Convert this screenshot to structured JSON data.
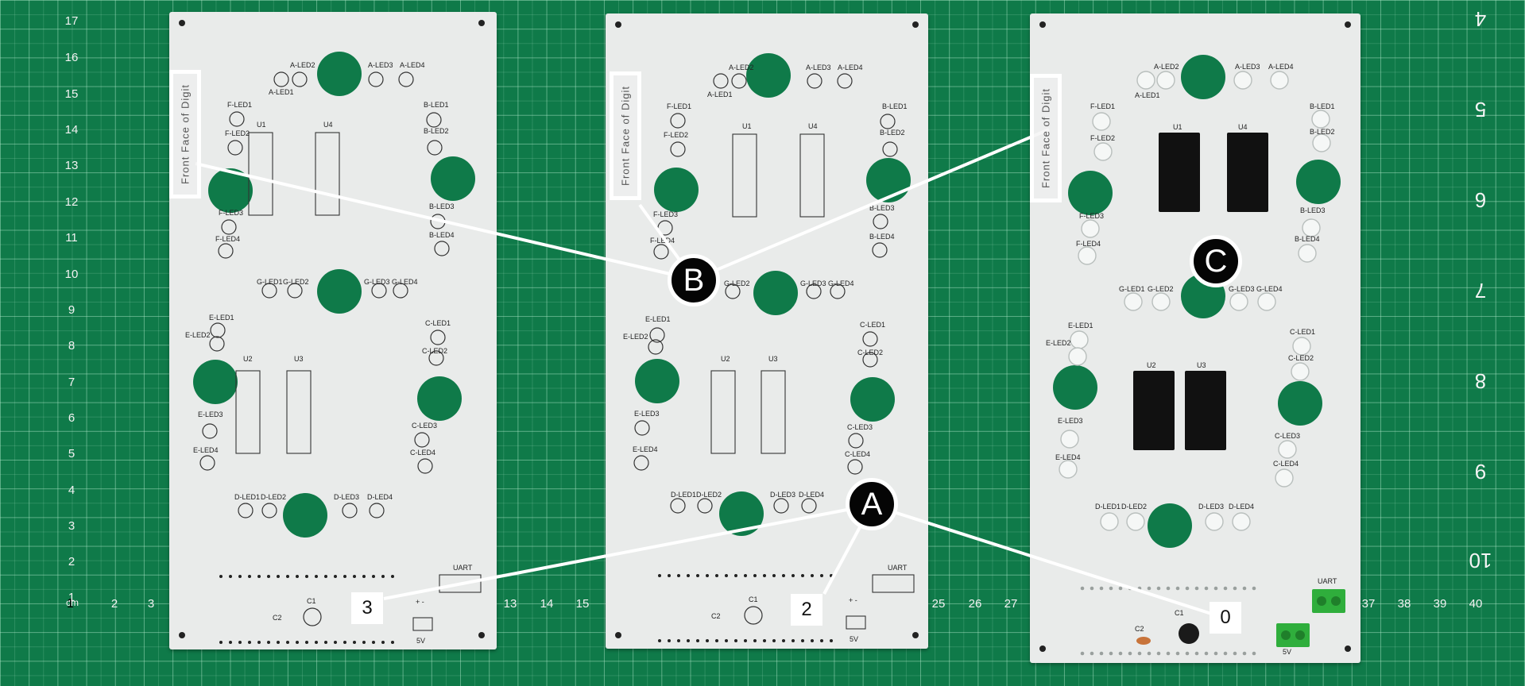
{
  "ruler_left": [
    "17",
    "16",
    "15",
    "14",
    "13",
    "12",
    "11",
    "10",
    "9",
    "8",
    "7",
    "6",
    "5",
    "4",
    "3",
    "2",
    "1"
  ],
  "ruler_bottom": {
    "cm_label": "cm",
    "left_ticks": [
      "1",
      "2",
      "3"
    ],
    "mid_ticks": [
      "13",
      "14",
      "15"
    ],
    "mid2_ticks": [
      "25",
      "26",
      "27"
    ],
    "right_ticks": [
      "37",
      "38",
      "39",
      "40"
    ]
  },
  "ruler_right": [
    "4",
    "5",
    "6",
    "7",
    "8",
    "9",
    "10"
  ],
  "boards": [
    {
      "id": "board-3",
      "tag": "3",
      "front_face": "Front Face of Digit"
    },
    {
      "id": "board-2",
      "tag": "2",
      "front_face": "Front Face of Digit"
    },
    {
      "id": "board-0",
      "tag": "0",
      "front_face": "Front Face of Digit"
    }
  ],
  "callouts": {
    "a": "A",
    "b": "B",
    "c": "C"
  },
  "silk": {
    "a_led1": "A-LED1",
    "a_led2": "A-LED2",
    "a_led3": "A-LED3",
    "a_led4": "A-LED4",
    "b_led1": "B-LED1",
    "b_led2": "B-LED2",
    "b_led3": "B-LED3",
    "b_led4": "B-LED4",
    "c_led1": "C-LED1",
    "c_led2": "C-LED2",
    "c_led3": "C-LED3",
    "c_led4": "C-LED4",
    "d_led1": "D-LED1",
    "d_led2": "D-LED2",
    "d_led3": "D-LED3",
    "d_led4": "D-LED4",
    "e_led1": "E-LED1",
    "e_led2": "E-LED2",
    "e_led3": "E-LED3",
    "e_led4": "E-LED4",
    "f_led1": "F-LED1",
    "f_led2": "F-LED2",
    "f_led3": "F-LED3",
    "f_led4": "F-LED4",
    "g_led1": "G-LED1",
    "g_led2": "G-LED2",
    "g_led3": "G-LED3",
    "g_led4": "G-LED4",
    "u1": "U1",
    "u2": "U2",
    "u3": "U3",
    "u4": "U4",
    "c1": "C1",
    "c2": "C2",
    "uart": "UART",
    "v5": "5V",
    "pm": "+  -"
  },
  "colors": {
    "mat": "#0f7a49",
    "board": "#e9ebea",
    "callout": "#050505",
    "connector": "#2fae3c"
  }
}
